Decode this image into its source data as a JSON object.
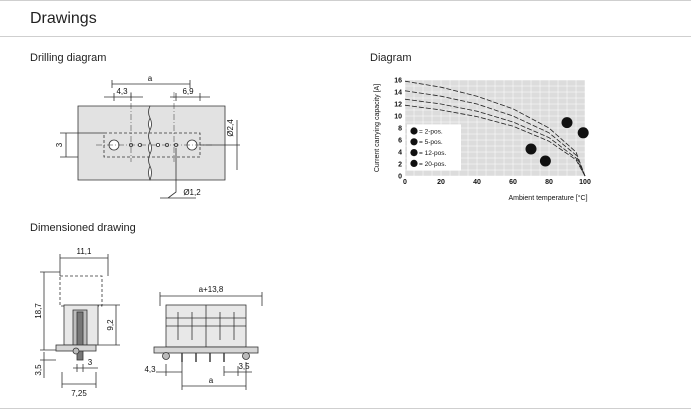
{
  "page": {
    "title": "Drawings",
    "sections": {
      "drilling": "Drilling diagram",
      "diagram": "Diagram",
      "dimensioned": "Dimensioned drawing"
    }
  },
  "drilling": {
    "dims": {
      "a": "a",
      "d43": "4,3",
      "d69": "6,9",
      "d24": "Ø2,4",
      "d12": "Ø1,2",
      "d3": "3"
    }
  },
  "dimensioned": {
    "dims": {
      "d111": "11,1",
      "d187": "18,7",
      "d92": "9,2",
      "d35a": "3,5",
      "d3": "3",
      "d725": "7,25",
      "a138": "a+13,8",
      "d43": "4,3",
      "a": "a",
      "d35b": "3,5"
    }
  },
  "chart_data": {
    "type": "line",
    "title": "",
    "xlabel": "Ambient temperature [°C]",
    "ylabel": "Current carrying capacity [A]",
    "xlim": [
      0,
      100
    ],
    "ylim": [
      0,
      16
    ],
    "x_ticks": [
      "0",
      "20",
      "40",
      "60",
      "80",
      "100"
    ],
    "y_ticks": [
      "0",
      "2",
      "4",
      "6",
      "8",
      "10",
      "12",
      "14",
      "16"
    ],
    "grid": true,
    "legend": [
      {
        "marker": "1",
        "label": "= 2-pos."
      },
      {
        "marker": "2",
        "label": "= 5-pos."
      },
      {
        "marker": "3",
        "label": "= 12-pos."
      },
      {
        "marker": "4",
        "label": "= 20-pos."
      }
    ],
    "series": [
      {
        "marker": "1",
        "x": [
          0,
          20,
          40,
          60,
          80,
          95,
          100
        ],
        "y": [
          15.8,
          14.8,
          13.3,
          11.2,
          8.0,
          4.0,
          0
        ]
      },
      {
        "marker": "2",
        "x": [
          0,
          20,
          40,
          60,
          80,
          95,
          100
        ],
        "y": [
          14.2,
          13.3,
          12.0,
          10.0,
          7.2,
          3.5,
          0
        ]
      },
      {
        "marker": "3",
        "x": [
          0,
          20,
          40,
          60,
          80,
          95,
          100
        ],
        "y": [
          12.8,
          12.0,
          10.8,
          9.0,
          6.4,
          3.0,
          0
        ]
      },
      {
        "marker": "4",
        "x": [
          0,
          20,
          40,
          60,
          80,
          95,
          100
        ],
        "y": [
          11.8,
          11.0,
          9.9,
          8.3,
          5.8,
          2.7,
          0
        ]
      }
    ],
    "markers": [
      {
        "label": "1",
        "x": 99,
        "y": 7.2
      },
      {
        "label": "2",
        "x": 90,
        "y": 8.9
      },
      {
        "label": "3",
        "x": 70,
        "y": 4.5
      },
      {
        "label": "4",
        "x": 78,
        "y": 2.5
      }
    ]
  }
}
